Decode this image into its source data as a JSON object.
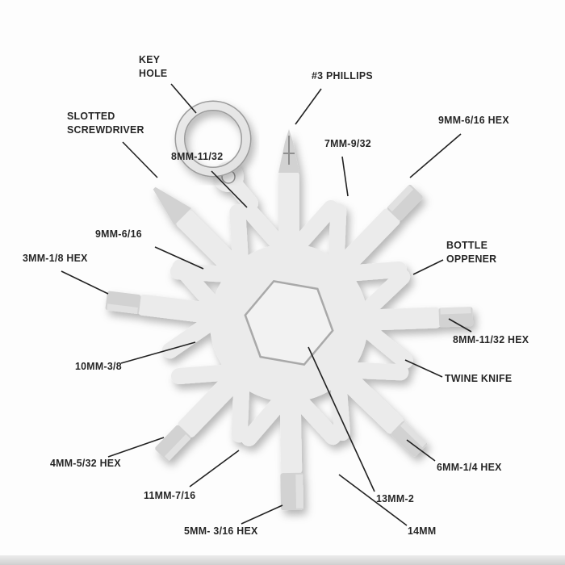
{
  "diagram": {
    "subject": "18-in-1 snowflake multi-tool diagram",
    "colors": {
      "label_text": "#262626",
      "leader_line": "#222222",
      "metal_light": "#e9e9e9",
      "metal_dark": "#bdbdbd"
    },
    "labels": [
      {
        "id": "key-hole",
        "text": "KEY\nHOLE"
      },
      {
        "id": "phillips",
        "text": "#3 PHILLIPS"
      },
      {
        "id": "slotted",
        "text": "SLOTTED\nSCREWDRIVER"
      },
      {
        "id": "hex-8mm-top",
        "text": "8MM-11/32"
      },
      {
        "id": "hex-7mm",
        "text": "7MM-9/32"
      },
      {
        "id": "hex-9mm-right",
        "text": "9MM-6/16 HEX"
      },
      {
        "id": "hex-9mm-left",
        "text": "9MM-6/16"
      },
      {
        "id": "hex-3mm",
        "text": "3MM-1/8 HEX"
      },
      {
        "id": "bottle-opener",
        "text": "BOTTLE\nOPPENER"
      },
      {
        "id": "hex-10mm",
        "text": "10MM-3/8"
      },
      {
        "id": "hex-8mm-right",
        "text": "8MM-11/32 HEX"
      },
      {
        "id": "twine-knife",
        "text": "TWINE KNIFE"
      },
      {
        "id": "hex-4mm",
        "text": "4MM-5/32 HEX"
      },
      {
        "id": "hex-11mm",
        "text": "11MM-7/16"
      },
      {
        "id": "hex-5mm",
        "text": "5MM- 3/16 HEX"
      },
      {
        "id": "hex-6mm",
        "text": "6MM-1/4 HEX"
      },
      {
        "id": "hex-13mm",
        "text": "13MM-2"
      },
      {
        "id": "hex-14mm",
        "text": "14MM"
      }
    ]
  }
}
